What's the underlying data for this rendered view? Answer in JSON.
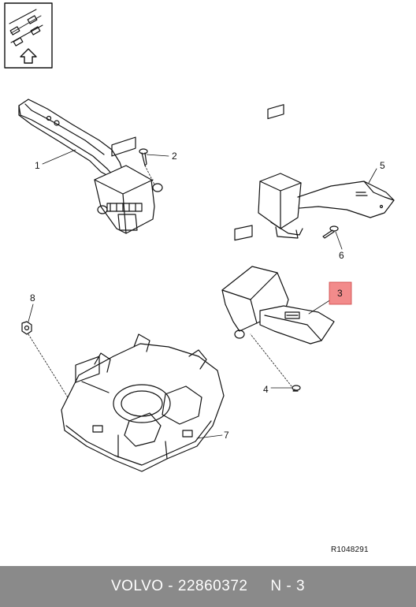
{
  "diagram": {
    "reference_code": "R1048291",
    "callouts": [
      {
        "id": "1",
        "label": "1",
        "highlighted": false
      },
      {
        "id": "2",
        "label": "2",
        "highlighted": false
      },
      {
        "id": "3",
        "label": "3",
        "highlighted": true
      },
      {
        "id": "4",
        "label": "4",
        "highlighted": false
      },
      {
        "id": "5",
        "label": "5",
        "highlighted": false
      },
      {
        "id": "6",
        "label": "6",
        "highlighted": false
      },
      {
        "id": "7",
        "label": "7",
        "highlighted": false
      },
      {
        "id": "8",
        "label": "8",
        "highlighted": false
      }
    ],
    "highlight_color": "#f28b8b",
    "icons": {
      "legend": "exploded-parts-orientation-icon",
      "arrow": "up-arrow-icon"
    }
  },
  "footer": {
    "text": "VOLVO - 22860372     N - 3",
    "background": "#8a8a8a"
  }
}
